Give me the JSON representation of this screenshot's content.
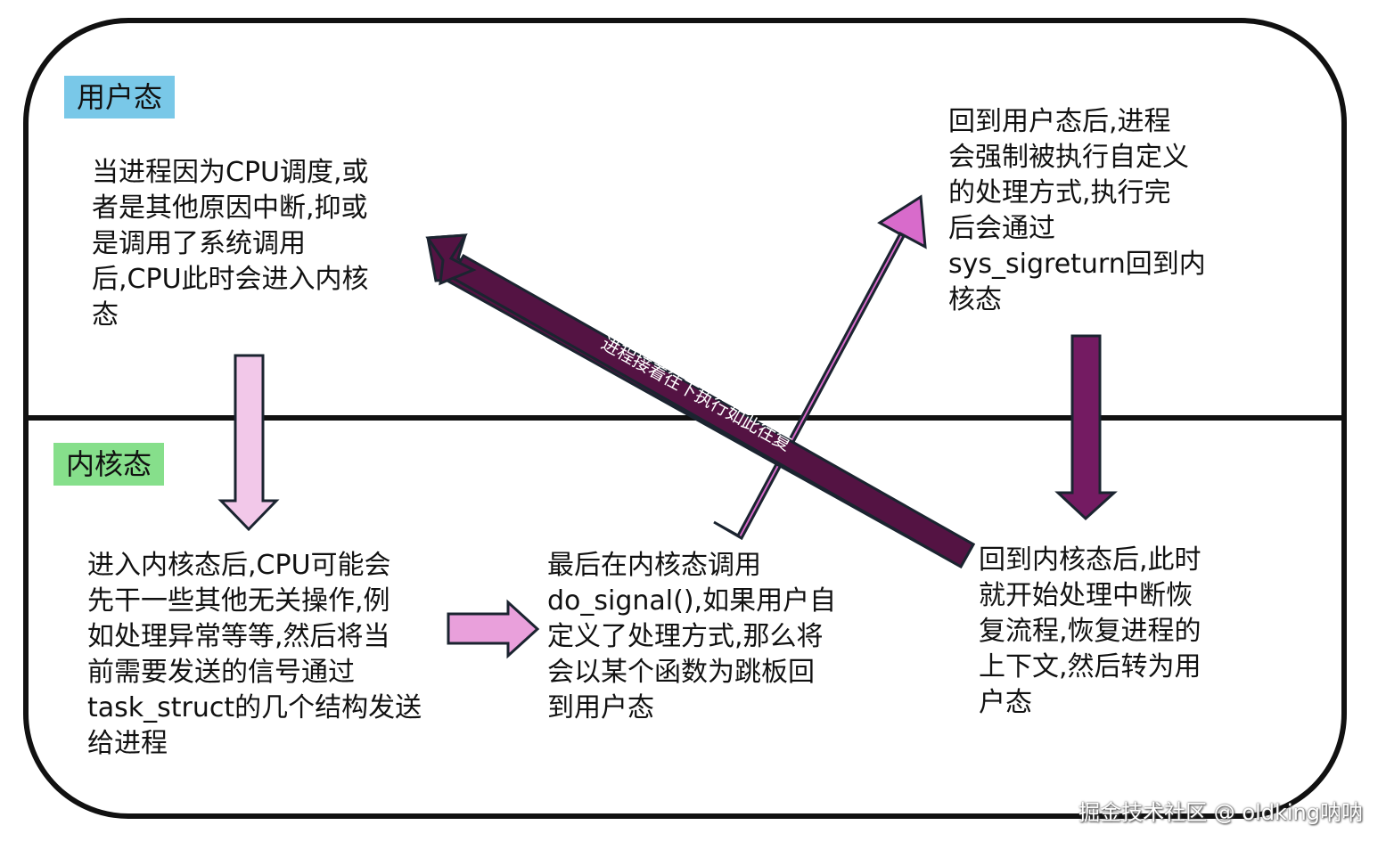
{
  "colors": {
    "frame": "#111111",
    "user_label_bg": "#79c8e8",
    "kernel_label_bg": "#86df8b",
    "arrow_light_pink": "#f2c8e9",
    "arrow_pink": "#e9a0db",
    "arrow_magenta": "#d86bcb",
    "arrow_dark_purple": "#741b62",
    "arrow_deep_purple": "#541343",
    "arrow_outline": "#1b2430",
    "label_text_on_dark": "#ffffff"
  },
  "zones": {
    "user_mode": "用户态",
    "kernel_mode": "内核态"
  },
  "steps": {
    "step1_interrupt": "当进程因为CPU调度,或\n者是其他原因中断,抑或\n是调用了系统调用\n后,CPU此时会进入内核\n态",
    "step2_kernel_work": "进入内核态后,CPU可能会\n先干一些其他无关操作,例\n如处理异常等等,然后将当\n前需要发送的信号通过\ntask_struct的几个结构发送\n给进程",
    "step3_do_signal": "最后在内核态调用\ndo_signal(),如果用户自\n定义了处理方式,那么将\n会以某个函数为跳板回\n到用户态",
    "step4_user_handler": "回到用户态后,进程\n会强制被执行自定义\n的处理方式,执行完\n后会通过\nsys_sigreturn回到内\n核态",
    "step5_restore": "回到内核态后,此时\n就开始处理中断恢\n复流程,恢复进程的\n上下文,然后转为用\n户态"
  },
  "arrows": {
    "loop_back_label": "进程接着往下执行如此往复"
  },
  "icons": {
    "arrow_down_light": "down-arrow",
    "arrow_right": "right-arrow",
    "arrow_up_right": "up-right-arrow",
    "arrow_down_dark": "down-arrow",
    "arrow_up_left": "up-left-arrow"
  },
  "watermark": "掘金技术社区 @ oldking呐呐"
}
